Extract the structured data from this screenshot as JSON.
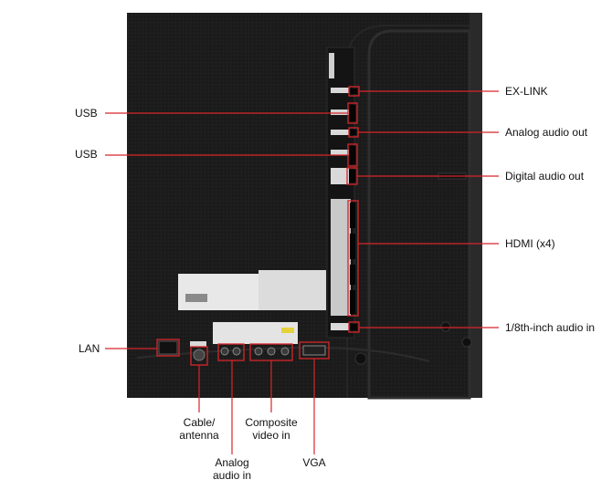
{
  "colors": {
    "panel": "#1b1b1b",
    "callout": "#d8252a",
    "label": "#111111",
    "background": "#ffffff"
  },
  "callouts": {
    "ex_link": "EX-LINK",
    "analog_audio_out": "Analog audio out",
    "digital_audio_out": "Digital audio out",
    "hdmi": "HDMI (x4)",
    "mini_audio_in": "1/8th-inch audio in",
    "usb_1": "USB",
    "usb_2": "USB",
    "lan": "LAN",
    "cable_antenna_1": "Cable/",
    "cable_antenna_2": "antenna",
    "analog_audio_in_1": "Analog",
    "analog_audio_in_2": "audio in",
    "composite_video_in_1": "Composite",
    "composite_video_in_2": "video in",
    "vga": "VGA"
  }
}
